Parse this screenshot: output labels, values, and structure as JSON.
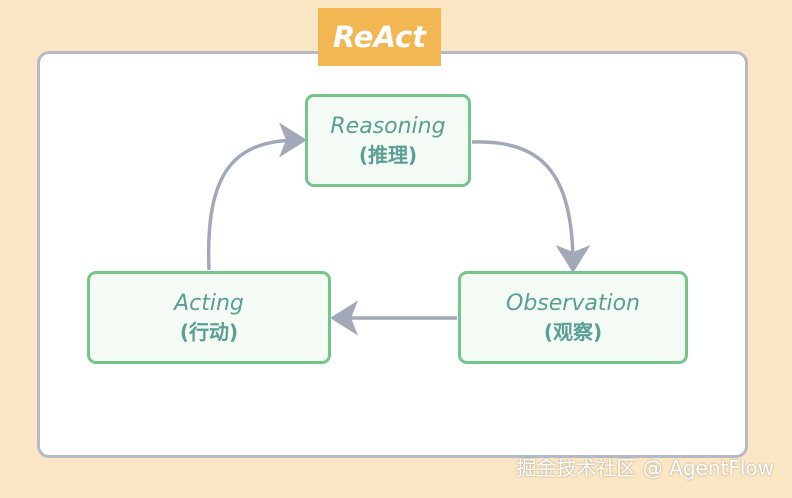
{
  "title": "ReAct",
  "nodes": {
    "reasoning": {
      "label": "Reasoning",
      "sublabel": "(推理)"
    },
    "observation": {
      "label": "Observation",
      "sublabel": "(观察)"
    },
    "acting": {
      "label": "Acting",
      "sublabel": "(行动)"
    }
  },
  "edges": [
    {
      "from": "Reasoning",
      "to": "Observation"
    },
    {
      "from": "Observation",
      "to": "Acting"
    },
    {
      "from": "Acting",
      "to": "Reasoning"
    }
  ],
  "watermark": "掘金技术社区 @ AgentFlow",
  "colors": {
    "background": "#fbe6c4",
    "title_tag": "#f2b652",
    "node_fill": "#f3fbf4",
    "node_border": "#73c58a",
    "node_text": "#5a9e94",
    "arrow": "#a3a8b8",
    "frame_border": "#b6bac8"
  }
}
